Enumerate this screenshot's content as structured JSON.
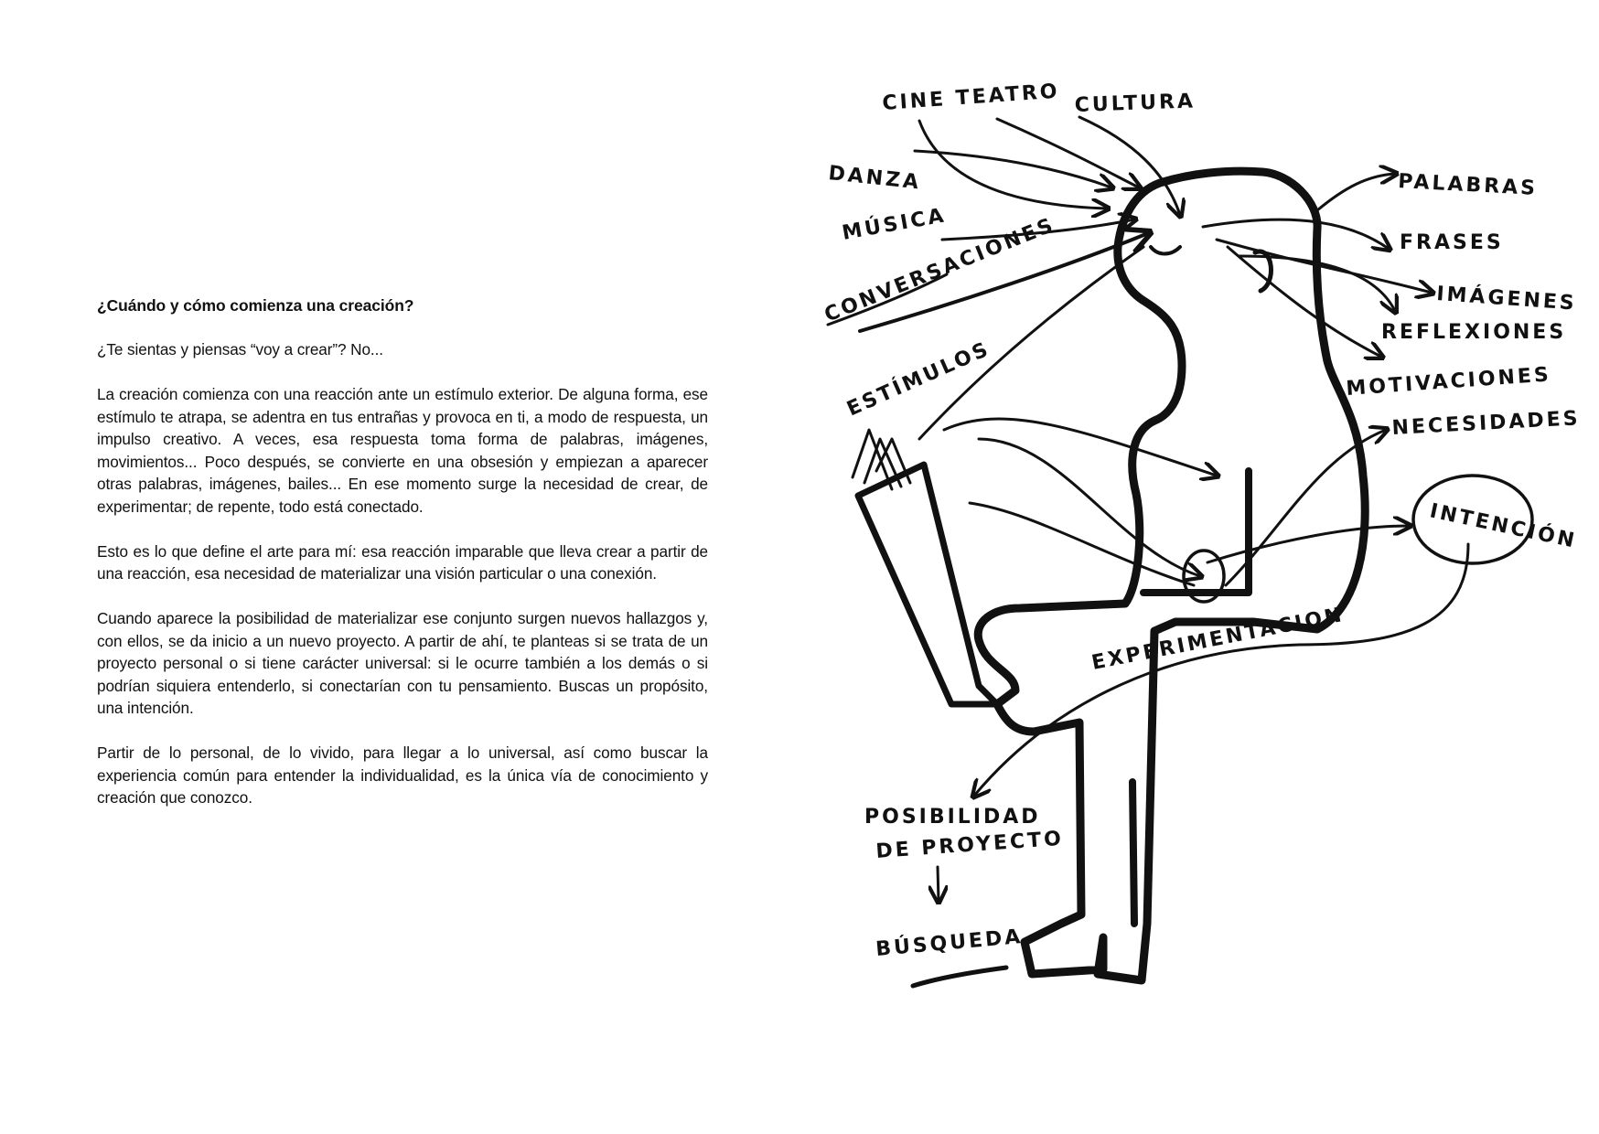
{
  "article": {
    "heading": "¿Cuándo y cómo comienza una creación?",
    "paragraphs": [
      "¿Te sientas y piensas “voy a crear”? No...",
      "La creación comienza con una reacción ante un estímulo exterior. De alguna forma, ese estímulo te atrapa, se adentra en tus entrañas y provoca en ti, a modo de respuesta, un impulso creativo. A veces, esa respuesta toma forma de palabras, imágenes, movimientos... Poco después, se convierte en una obsesión y empiezan a aparecer otras palabras, imágenes, bailes... En ese momento surge la necesidad de crear, de experimentar; de repente, todo está conectado.",
      "Esto es lo que define el arte para mí: esa reacción imparable que lleva crear a partir de una reacción, esa necesidad de materializar una visión particular o una conexión.",
      "Cuando aparece la posibilidad de materializar ese conjunto surgen nuevos hallazgos y, con ellos, se da inicio a un nuevo proyecto. A partir de ahí, te planteas si se trata de un proyecto personal o si tiene carácter universal: si le ocurre también a los demás o si podrían siquiera entenderlo, si conectarían con tu pensamiento. Buscas un propósito, una intención.",
      "Partir de lo personal, de lo vivido, para llegar a lo universal, así como buscar la experiencia común para entender la individualidad, es la única vía de conocimiento y creación que conozco."
    ]
  },
  "diagram": {
    "inputs": {
      "cine_teatro": "CINE TEATRO",
      "cultura": "CULTURA",
      "danza": "DANZA",
      "musica": "MÚSICA",
      "conversaciones": "CONVERSACIONES",
      "estimulos": "ESTÍMULOS"
    },
    "outputs": {
      "palabras": "PALABRAS",
      "frases": "FRASES",
      "imagenes": "IMÁGENES",
      "reflexiones": "REFLEXIONES",
      "motivaciones": "MOTIVACIONES",
      "necesidades": "NECESIDADES",
      "intencion": "INTENCIÓN"
    },
    "experimentacion": "EXPERIMENTACION",
    "posibilidad_line1": "POSIBILIDAD",
    "posibilidad_line2": "DE PROYECTO",
    "busqueda": "BÚSQUEDA"
  }
}
